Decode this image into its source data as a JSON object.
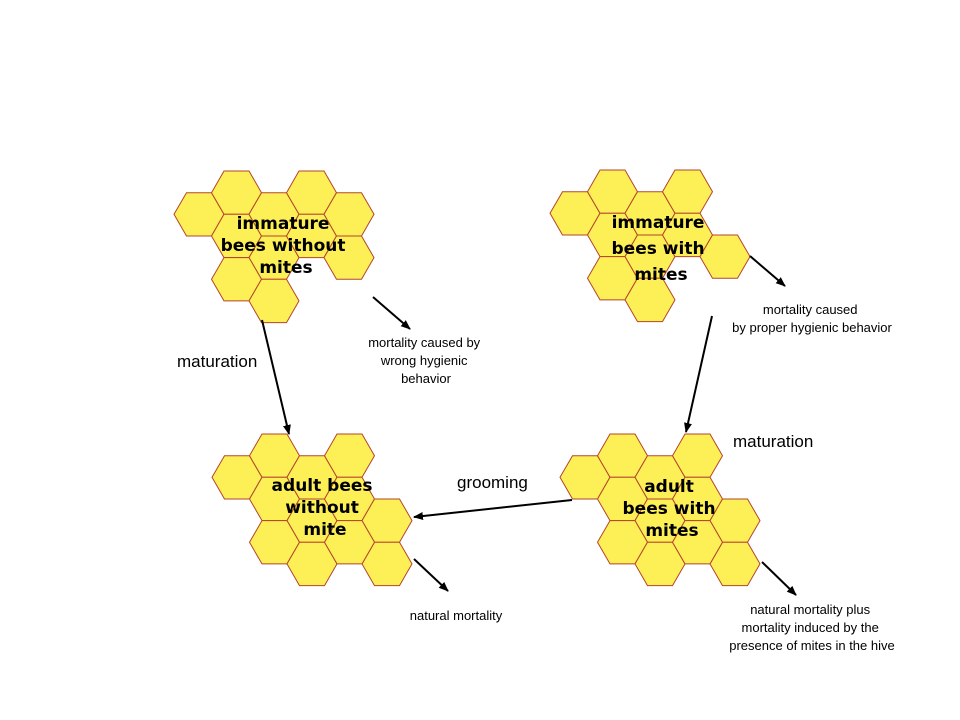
{
  "nodes": {
    "immature_without": "immature bees without mites",
    "immature_with": "immature bees with mites",
    "adult_without": "adult bees without mite",
    "adult_with": "adult bees with mites"
  },
  "flows": {
    "maturation_left": "maturation",
    "maturation_right": "maturation",
    "grooming": "grooming"
  },
  "outcomes": {
    "wrong_hygienic": "mortality caused by wrong hygienic behavior",
    "proper_hygienic": "mortality caused by proper hygienic behavior",
    "natural": "natural mortality",
    "natural_plus_mites": "natural mortality plus mortality induced by the presence of mites in the hive"
  },
  "colors": {
    "hex_fill": "#fcf056",
    "hex_stroke": "#b5442b",
    "arrow": "#000000"
  }
}
